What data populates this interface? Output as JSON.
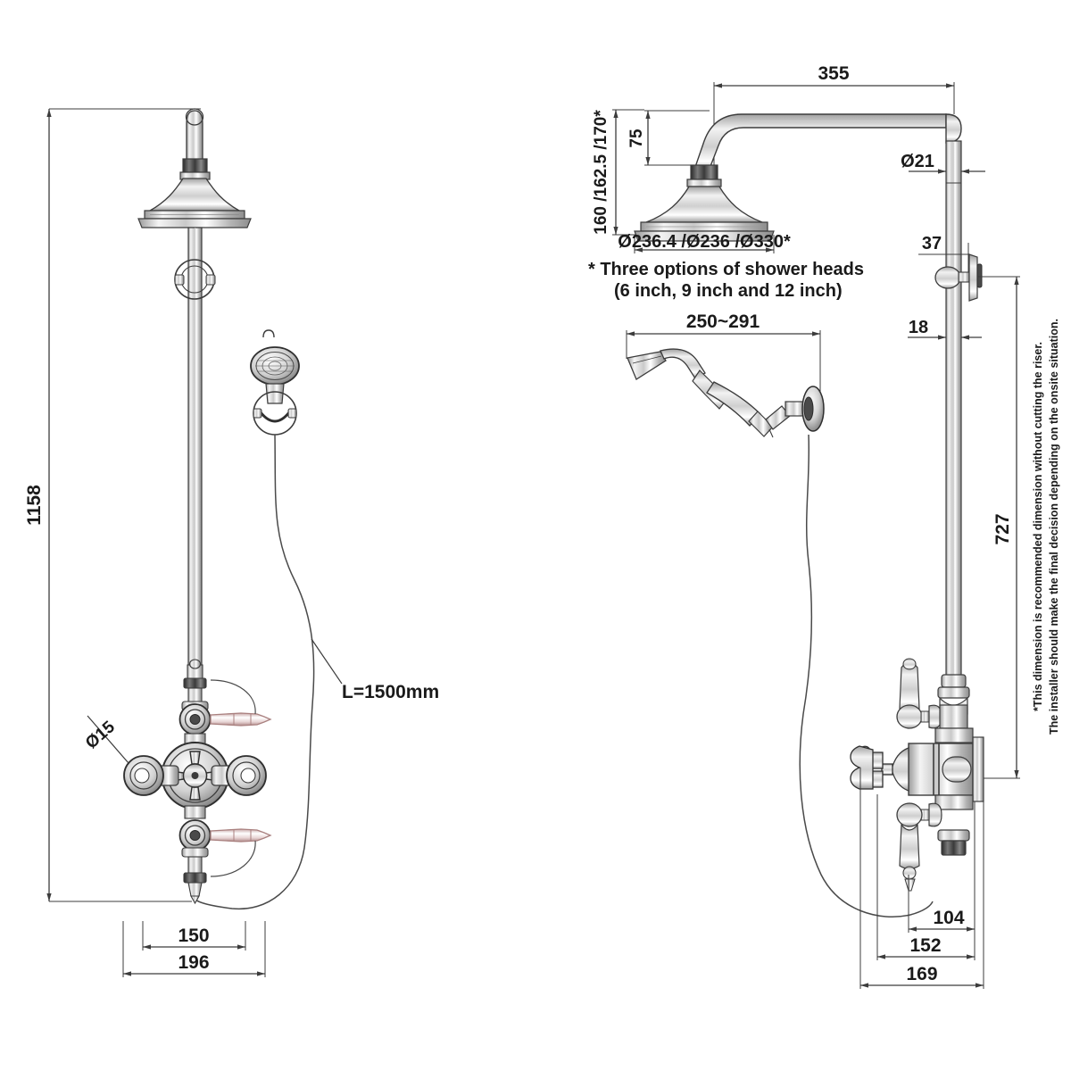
{
  "drawing": {
    "title": "Thermostatic Shower Valve Technical Drawing",
    "units": "mm",
    "line_color": "#3c3c3c",
    "text_color": "#1a1a1a",
    "accent_color": "#b08a8a"
  },
  "front_view": {
    "name": "front-elevation",
    "dimensions": {
      "overall_height": "1158",
      "inlet_diameter": "Ø15",
      "handset_bracket_offset": "150",
      "overall_width": "196"
    },
    "labels": {
      "hose_length": "L=1500mm"
    }
  },
  "side_view": {
    "name": "side-elevation",
    "dimensions": {
      "arm_projection": "355",
      "arm_rise": "75",
      "head_heights": "160 /162.5 /170*",
      "head_diameters": "Ø236.4 /Ø236 /Ø330*",
      "riser_diameter": "Ø21",
      "bracket_offset_top": "37",
      "riser_to_wall": "18",
      "handset_projection": "250~291",
      "valve_to_head_height": "727",
      "handset_outlet_offset": "104",
      "valve_body_width": "152",
      "overall_depth": "169"
    },
    "notes": {
      "head_options_line1": "* Three options of shower heads",
      "head_options_line2": "(6 inch, 9 inch and 12 inch)",
      "riser_note_line1": "*This dimension is recommended dimension without cutting the riser.",
      "riser_note_line2": "The installer should make the final decision depending on the onsite situation."
    }
  }
}
